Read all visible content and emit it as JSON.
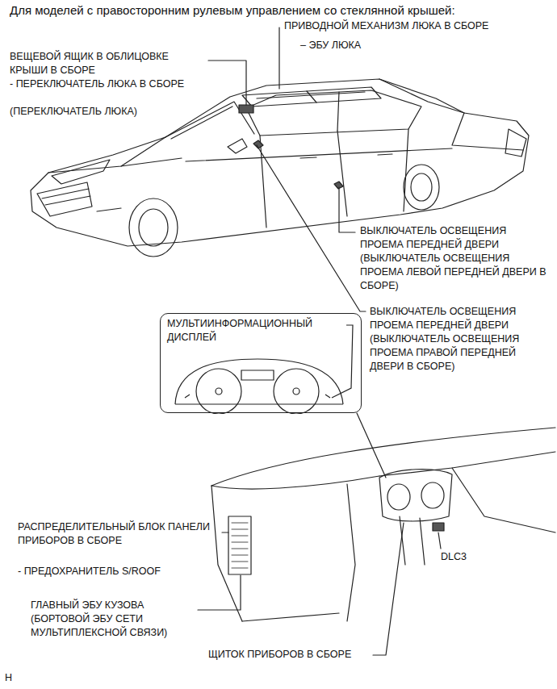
{
  "diagram": {
    "title": "Для моделей с правосторонним рулевым управлением со стеклянной крышей:",
    "nodes": [
      {
        "text": [
          "МУЛЬТИИНФОРМАЦИОННЫЙ ДИСПЛЕЙ"
        ]
      }
    ],
    "labels": [
      "ПРИВОДНОЙ МЕХАНИЗМ ЛЮКА В СБОРЕ",
      "– ЭБУ ЛЮКА",
      "ВЕЩЕВОЙ ЯЩИК В ОБЛИЦОВКЕ КРЫШИ В СБОРЕ",
      "- ПЕРЕКЛЮЧАТЕЛЬ ЛЮКА В СБОРЕ",
      "(ПЕРЕКЛЮЧАТЕЛЬ ЛЮКА)",
      "ВЫКЛЮЧАТЕЛЬ ОСВЕЩЕНИЯ ПРОЕМА ПЕРЕДНЕЙ ДВЕРИ (ВЫКЛЮЧАТЕЛЬ ОСВЕЩЕНИЯ ПРОЕМА ЛЕВОЙ ПЕРЕДНЕЙ ДВЕРИ В СБОРЕ)",
      "ВЫКЛЮЧАТЕЛЬ ОСВЕЩЕНИЯ ПРОЕМА ПЕРЕДНЕЙ ДВЕРИ (ВЫКЛЮЧАТЕЛЬ ОСВЕЩЕНИЯ ПРОЕМА ПРАВОЙ ПЕРЕДНЕЙ ДВЕРИ В СБОРЕ)",
      "РАСПРЕДЕЛИТЕЛЬНЫЙ БЛОК ПАНЕЛИ ПРИБОРОВ В СБОРЕ",
      "- ПРЕДОХРАНИТЕЛЬ S/ROOF",
      "DLC3",
      "ГЛАВНЫЙ ЭБУ КУЗОВА (БОРТОВОЙ ЭБУ СЕТИ МУЛЬТИПЛЕКСНОЙ СВЯЗИ)",
      "ЩИТОК ПРИБОРОВ В СБОРЕ",
      "H"
    ]
  }
}
